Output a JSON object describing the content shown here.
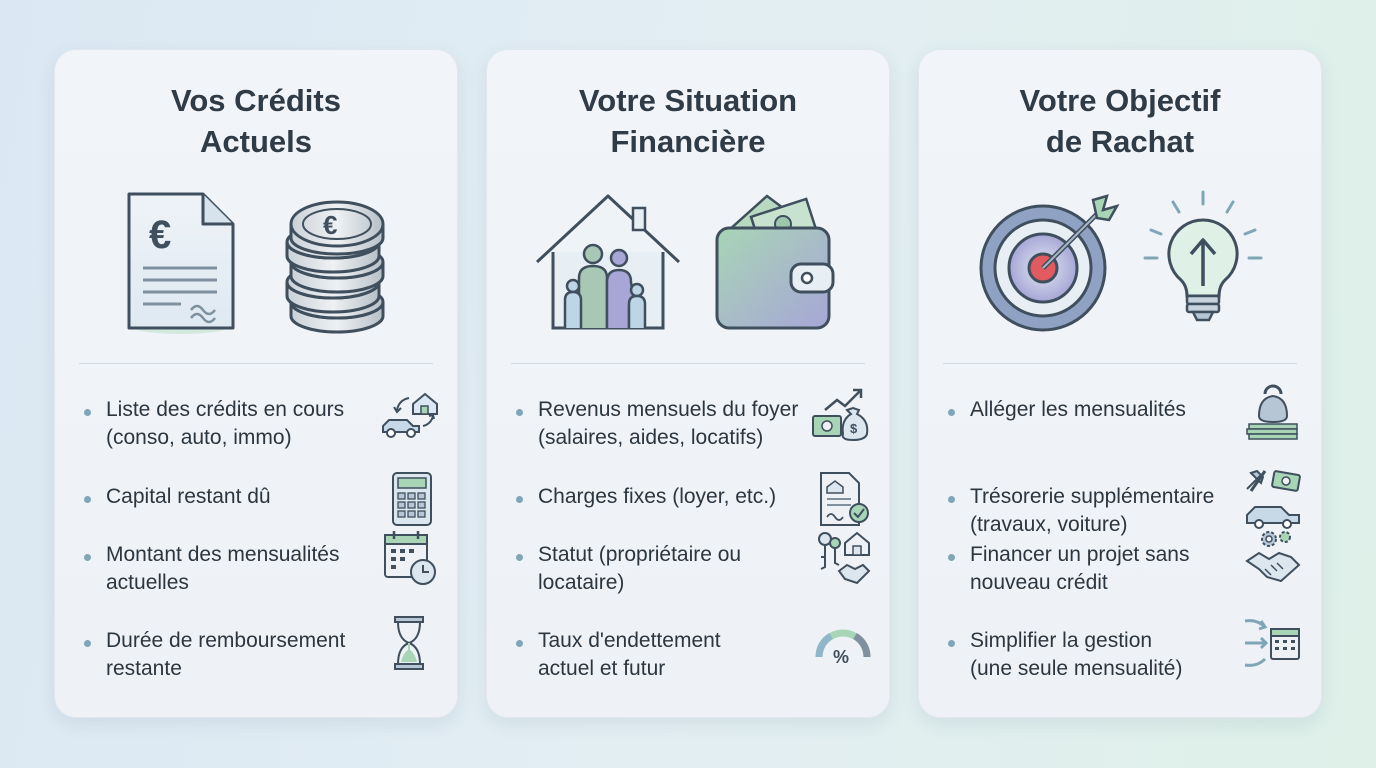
{
  "cards": [
    {
      "title": "Vos Crédits\nActuels",
      "items": [
        {
          "text": "Liste des crédits en cours\n(conso, auto, immo)",
          "icon": "house-car-icon"
        },
        {
          "text": "Capital restant dû",
          "icon": "calculator-icon"
        },
        {
          "text": "Montant des mensualités\nactuelles",
          "icon": "calendar-clock-icon"
        },
        {
          "text": "Durée de remboursement\nrestante",
          "icon": "hourglass-icon"
        }
      ]
    },
    {
      "title": "Votre Situation\nFinancière",
      "items": [
        {
          "text": "Revenus mensuels du foyer\n(salaires, aides, locatifs)",
          "icon": "money-growth-icon"
        },
        {
          "text": "Charges fixes (loyer, etc.)",
          "icon": "contract-icon"
        },
        {
          "text": "Statut (propriétaire ou\nlocataire)",
          "icon": "keys-house-handshake-icon"
        },
        {
          "text": "Taux d'endettement\nactuel et futur",
          "icon": "percent-gauge-icon"
        }
      ]
    },
    {
      "title": "Votre Objectif\nde Rachat",
      "items": [
        {
          "text": "Alléger les mensualités",
          "icon": "weight-money-icon"
        },
        {
          "text": "Trésorerie supplémentaire\n(travaux, voiture)",
          "icon": "tools-car-icon"
        },
        {
          "text": "Financer un projet sans\nnouveau crédit",
          "icon": "gears-handshake-icon"
        },
        {
          "text": "Simplifier la gestion\n(une seule mensualité)",
          "icon": "arrows-calendar-icon"
        }
      ]
    }
  ],
  "hero_symbols": {
    "euro": "€",
    "percent": "%",
    "dollar": "$"
  },
  "colors": {
    "title": "#2f3b46",
    "text": "#2c3640",
    "outline": "#3f4f5e",
    "accent_teal": "#7fa6b6",
    "accent_green": "#a8d5b6",
    "target_red": "#e05a5f",
    "purple": "#a7a6d6"
  }
}
